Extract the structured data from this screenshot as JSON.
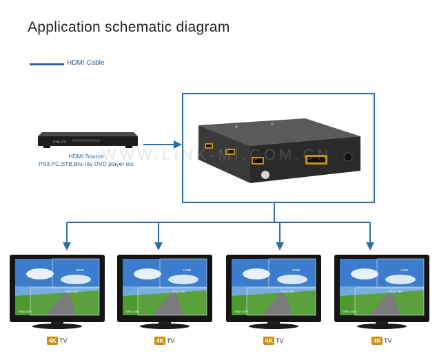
{
  "title": "Application schematic diagram",
  "legend": {
    "label": "HDMI Cable",
    "color": "#2f5f96"
  },
  "source": {
    "label_line1": "HDMI Source",
    "label_line2": "PS3,PC,STB,Blu-ray DVD player etc",
    "brand": "PHILIPS"
  },
  "watermark": "WWW.LINK-MI.COM.CN",
  "displays": [
    {
      "badge": "4K",
      "suffix": "TV",
      "screen_labels": [
        "HDMI",
        "FULL HD",
        "1080i 1080"
      ]
    },
    {
      "badge": "4K",
      "suffix": "TV",
      "screen_labels": [
        "HDMI",
        "FULL HD",
        "1080i 1080"
      ]
    },
    {
      "badge": "4K",
      "suffix": "TV",
      "screen_labels": [
        "HDMI",
        "FULL HD",
        "1080i 1080"
      ]
    },
    {
      "badge": "4K",
      "suffix": "TV",
      "screen_labels": [
        "HDMI",
        "FULL HD",
        "1080i 1080"
      ]
    }
  ],
  "colors": {
    "wire": "#2f6ea5",
    "accent_badge": "#c8910f"
  }
}
